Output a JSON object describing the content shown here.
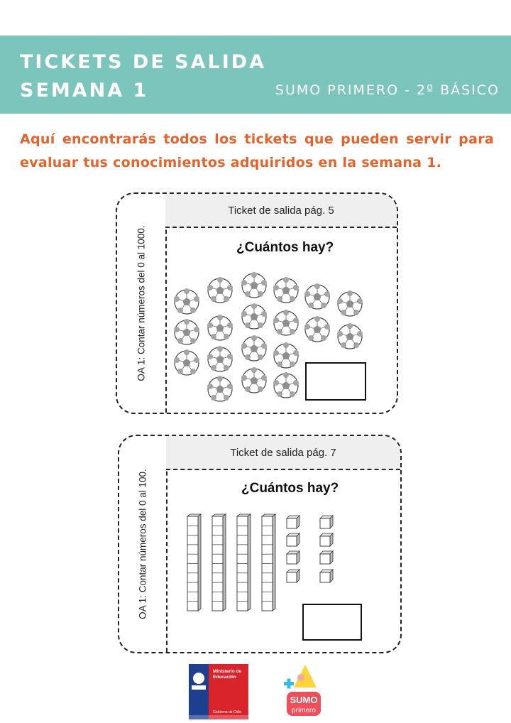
{
  "header": {
    "title_line1": "TICKETS DE SALIDA",
    "title_line2": "SEMANA 1",
    "subtitle": "SUMO PRIMERO - 2º BÁSICO",
    "color": "#7cc5bd"
  },
  "intro": {
    "text": "Aquí encontrarás todos los tickets que pueden servir para evaluar tus conocimientos adquiridos en la semana 1.",
    "color": "#e5622a"
  },
  "tickets": [
    {
      "side_label": "OA 1: Contar números del 0 al 1000.",
      "header": "Ticket de salida pág. 5",
      "question": "¿Cuántos hay?",
      "items": {
        "kind": "soccer-ball",
        "count": 19
      }
    },
    {
      "side_label": "OA 1: Contar números del 0 al 100.",
      "header": "Ticket de salida pág. 7",
      "question": "¿Cuántos hay?",
      "items": {
        "kind": "base-ten-blocks",
        "tens_rods": 4,
        "units": 8
      }
    }
  ],
  "logos": {
    "ministerio": {
      "line1": "Ministerio de",
      "line2": "Educación",
      "footer": "Gobierno de Chile"
    },
    "sumo": {
      "line1": "SUMO",
      "line2": "primero"
    }
  }
}
